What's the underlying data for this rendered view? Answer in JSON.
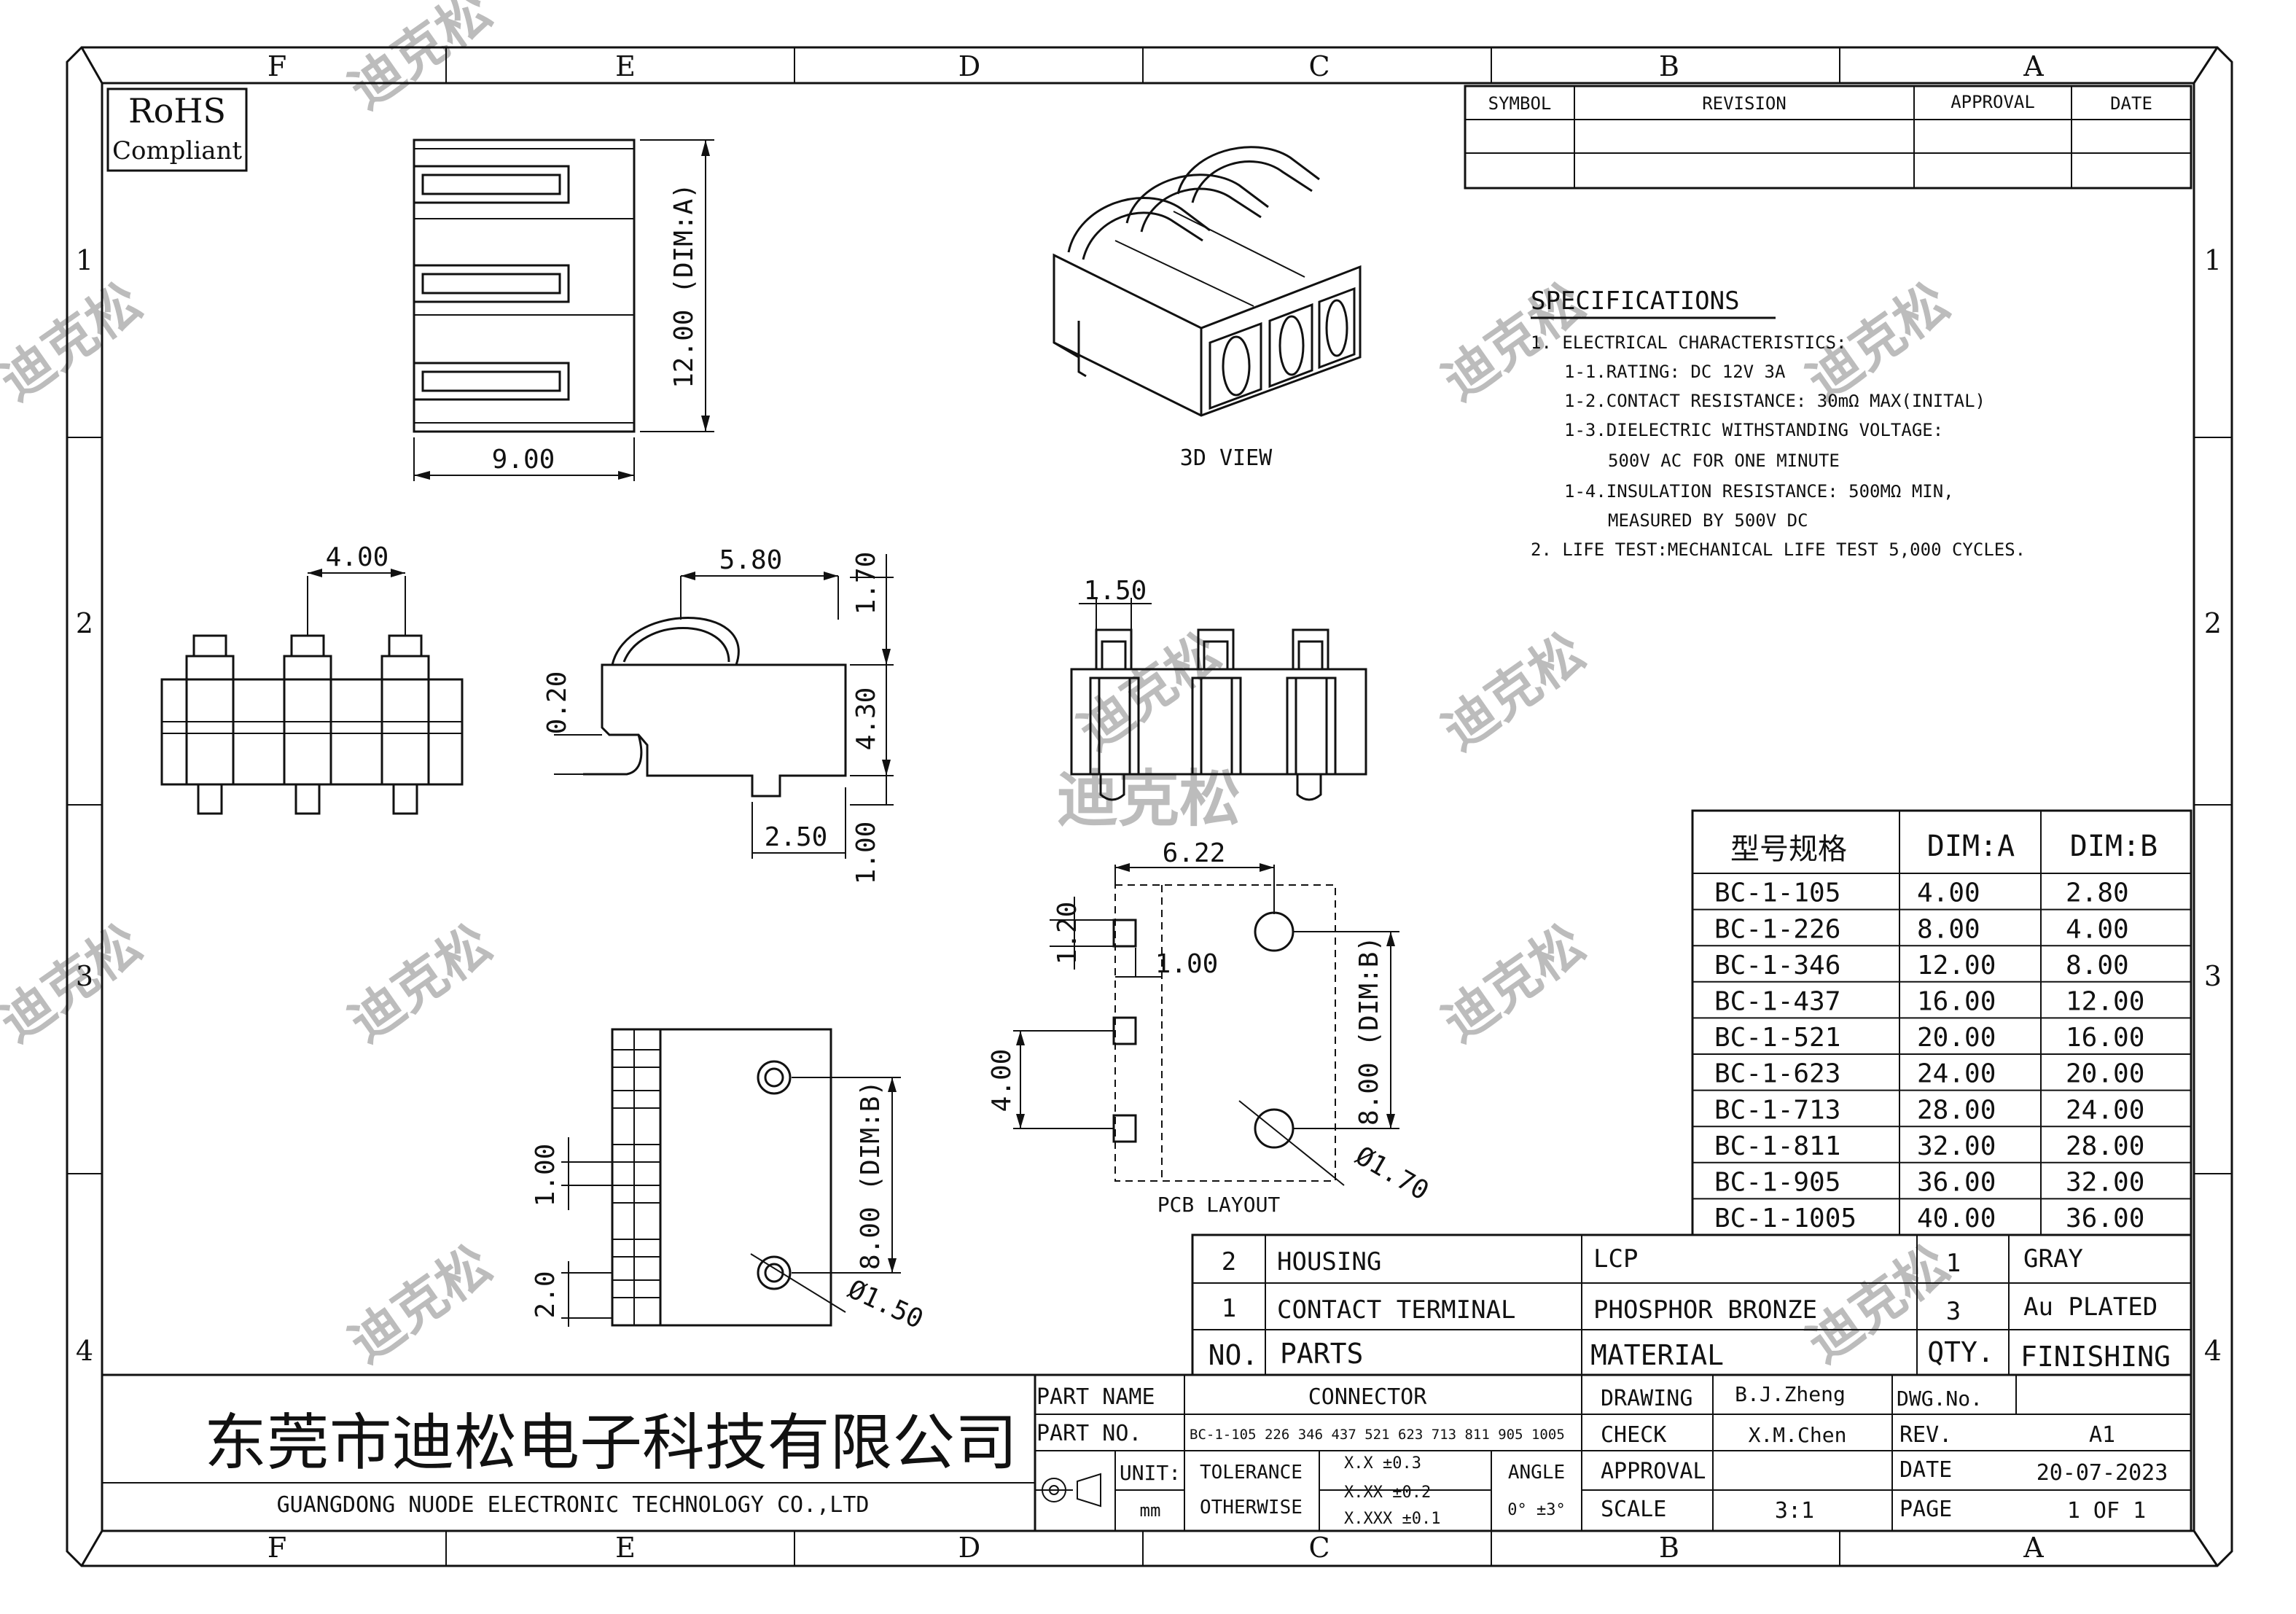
{
  "zones": {
    "columns": [
      "F",
      "E",
      "D",
      "C",
      "B",
      "A"
    ],
    "rows": [
      "1",
      "2",
      "3",
      "4"
    ]
  },
  "rohs": {
    "line1": "RoHS",
    "line2": "Compliant"
  },
  "revision_table": {
    "headers": [
      "SYMBOL",
      "REVISION",
      "APPROVAL",
      "DATE"
    ]
  },
  "top_view": {
    "dim_width": "9.00",
    "dim_height": "12.00 (DIM:A)"
  },
  "view_3d": {
    "label": "3D VIEW"
  },
  "front_view": {
    "dim_pitch": "4.00"
  },
  "side_view": {
    "dim_top": "5.80",
    "dim_1_70": "1.70",
    "dim_4_30": "4.30",
    "dim_1_00": "1.00",
    "dim_0_20": "0.20",
    "dim_2_50": "2.50"
  },
  "back_view": {
    "dim_1_50": "1.50"
  },
  "pcb_layout": {
    "label": "PCB LAYOUT",
    "dim_6_22": "6.22",
    "dim_1_20": "1.20",
    "dim_1_00": "1.00",
    "dim_4_00": "4.00",
    "dim_b": "8.00 (DIM:B)",
    "dim_hole": "Ø1.70"
  },
  "bottom_view": {
    "dim_b": "8.00 (DIM:B)",
    "dim_1_00": "1.00",
    "dim_2_0": "2.0",
    "dim_hole": "Ø1.50"
  },
  "specifications": {
    "title": "SPECIFICATIONS",
    "lines": [
      "1. ELECTRICAL CHARACTERISTICS:",
      "1-1.RATING: DC 12V 3A",
      "1-2.CONTACT RESISTANCE: 30mΩ   MAX(INITAL)",
      "1-3.DIELECTRIC WITHSTANDING VOLTAGE:",
      "500V AC FOR ONE MINUTE",
      "1-4.INSULATION RESISTANCE: 500MΩ  MIN,",
      "MEASURED BY 500V DC",
      "2. LIFE TEST:MECHANICAL LIFE TEST 5,000 CYCLES."
    ]
  },
  "dim_table": {
    "headers": [
      "型号规格",
      "DIM:A",
      "DIM:B"
    ],
    "rows": [
      [
        "BC-1-105",
        "4.00",
        "2.80"
      ],
      [
        "BC-1-226",
        "8.00",
        "4.00"
      ],
      [
        "BC-1-346",
        "12.00",
        "8.00"
      ],
      [
        "BC-1-437",
        "16.00",
        "12.00"
      ],
      [
        "BC-1-521",
        "20.00",
        "16.00"
      ],
      [
        "BC-1-623",
        "24.00",
        "20.00"
      ],
      [
        "BC-1-713",
        "28.00",
        "24.00"
      ],
      [
        "BC-1-811",
        "32.00",
        "28.00"
      ],
      [
        "BC-1-905",
        "36.00",
        "32.00"
      ],
      [
        "BC-1-1005",
        "40.00",
        "36.00"
      ]
    ]
  },
  "bom": {
    "rows": [
      [
        "2",
        "HOUSING",
        "LCP",
        "1",
        "GRAY"
      ],
      [
        "1",
        "CONTACT TERMINAL",
        "PHOSPHOR BRONZE",
        "3",
        "Au PLATED"
      ]
    ],
    "header": [
      "NO.",
      "PARTS",
      "MATERIAL",
      "QTY.",
      "FINISHING"
    ]
  },
  "title_block": {
    "company_cn": "东莞市迪松电子科技有限公司",
    "company_en": "GUANGDONG NUODE ELECTRONIC TECHNOLOGY CO.,LTD",
    "part_name_label": "PART NAME",
    "part_name": "CONNECTOR",
    "part_no_label": "PART NO.",
    "part_no": "BC-1-105 226 346 437 521 623 713 811 905 1005",
    "unit_label": "UNIT:",
    "unit": "mm",
    "tolerance_label": "TOLERANCE",
    "otherwise_label": "OTHERWISE",
    "tol_x": "X.X    ±0.3",
    "tol_xx": "X.XX   ±0.2",
    "tol_xxx": "X.XXX ±0.1",
    "angle_label": "ANGLE",
    "angle": "0° ±3°",
    "drawing_label": "DRAWING",
    "drawing": "B.J.Zheng",
    "check_label": "CHECK",
    "check": "X.M.Chen",
    "approval_label": "APPROVAL",
    "scale_label": "SCALE",
    "scale": "3:1",
    "dwg_no_label": "DWG.No.",
    "rev_label": "REV.",
    "rev": "A1",
    "date_label": "DATE",
    "date": "20-07-2023",
    "page_label": "PAGE",
    "page": "1 OF 1"
  },
  "watermark": "迪克松"
}
